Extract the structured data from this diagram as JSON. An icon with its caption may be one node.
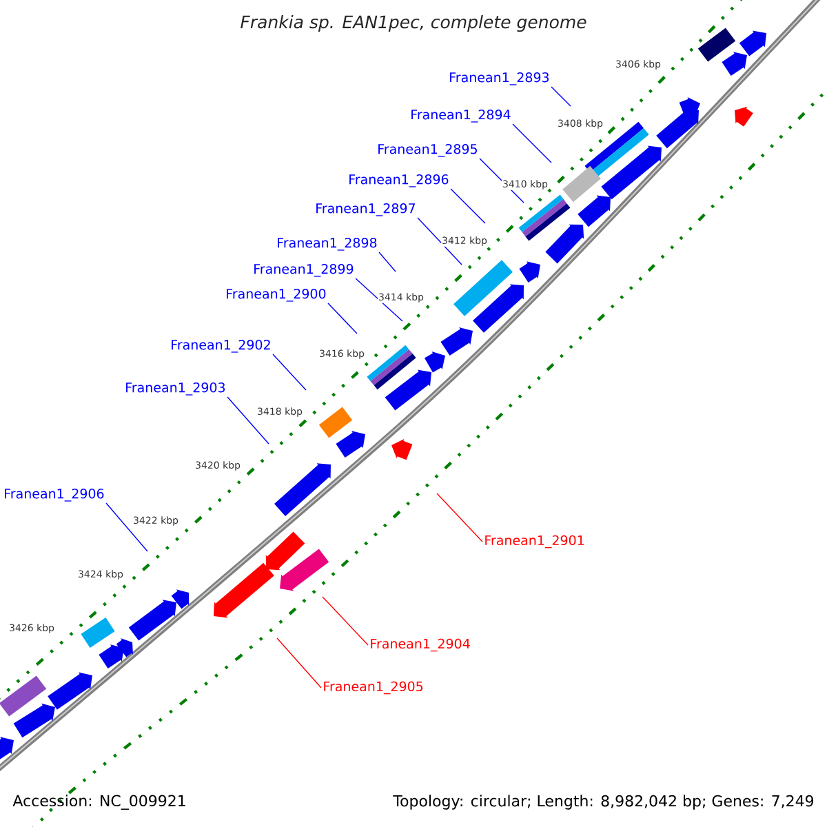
{
  "diagram": {
    "title": "Frankia sp. EAN1pec, complete genome",
    "nodes": [
      {
        "text": [
          "Franean1_2893"
        ]
      },
      {
        "text": [
          "Franean1_2894"
        ]
      },
      {
        "text": [
          "Franean1_2895"
        ]
      },
      {
        "text": [
          "Franean1_2896"
        ]
      },
      {
        "text": [
          "Franean1_2897"
        ]
      },
      {
        "text": [
          "Franean1_2898"
        ]
      },
      {
        "text": [
          "Franean1_2899"
        ]
      },
      {
        "text": [
          "Franean1_2900"
        ]
      },
      {
        "text": [
          "Franean1_2902"
        ]
      },
      {
        "text": [
          "Franean1_2903"
        ]
      },
      {
        "text": [
          "Franean1_2906"
        ]
      },
      {
        "text": [
          "Franean1_2901"
        ]
      },
      {
        "text": [
          "Franean1_2904"
        ]
      },
      {
        "text": [
          "Franean1_2905"
        ]
      }
    ],
    "edges": [
      {
        "from": 0,
        "to": null,
        "arrow": "none"
      },
      {
        "from": 1,
        "to": null,
        "arrow": "none"
      },
      {
        "from": 2,
        "to": null,
        "arrow": "none"
      },
      {
        "from": 3,
        "to": null,
        "arrow": "none"
      },
      {
        "from": 4,
        "to": null,
        "arrow": "none"
      },
      {
        "from": 5,
        "to": null,
        "arrow": "none"
      },
      {
        "from": 6,
        "to": null,
        "arrow": "none"
      },
      {
        "from": 7,
        "to": null,
        "arrow": "none"
      },
      {
        "from": 8,
        "to": null,
        "arrow": "none"
      },
      {
        "from": 9,
        "to": null,
        "arrow": "none"
      },
      {
        "from": 10,
        "to": null,
        "arrow": "none"
      },
      {
        "from": 11,
        "to": null,
        "arrow": "none",
        "color": "#ff0000"
      },
      {
        "from": 12,
        "to": null,
        "arrow": "none",
        "color": "#ff0000"
      },
      {
        "from": 13,
        "to": null,
        "arrow": "none",
        "color": "#ff0000"
      }
    ],
    "labels": [
      "3406 kbp",
      "3408 kbp",
      "3410 kbp",
      "3412 kbp",
      "3414 kbp",
      "3416 kbp",
      "3418 kbp",
      "3420 kbp",
      "3422 kbp",
      "3424 kbp",
      "3426 kbp",
      "Accession: NC_009921",
      "Topology: circular; Length: 8,982,042 bp; Genes: 7,249"
    ]
  }
}
